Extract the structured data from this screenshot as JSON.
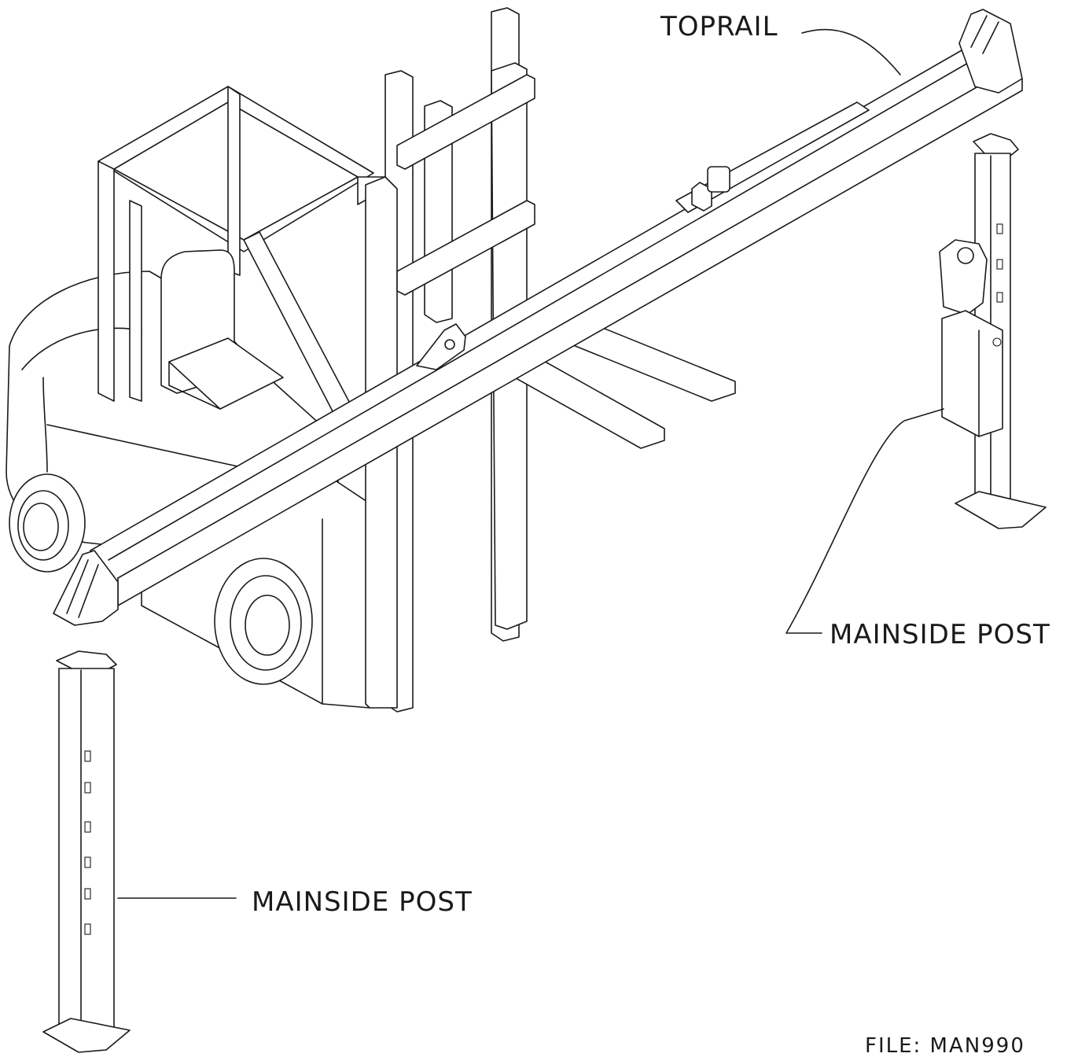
{
  "labels": {
    "toprail": "TOPRAIL",
    "mainside_post_right": "MAINSIDE POST",
    "mainside_post_left": "MAINSIDE POST",
    "file": "FILE: MAN990"
  }
}
